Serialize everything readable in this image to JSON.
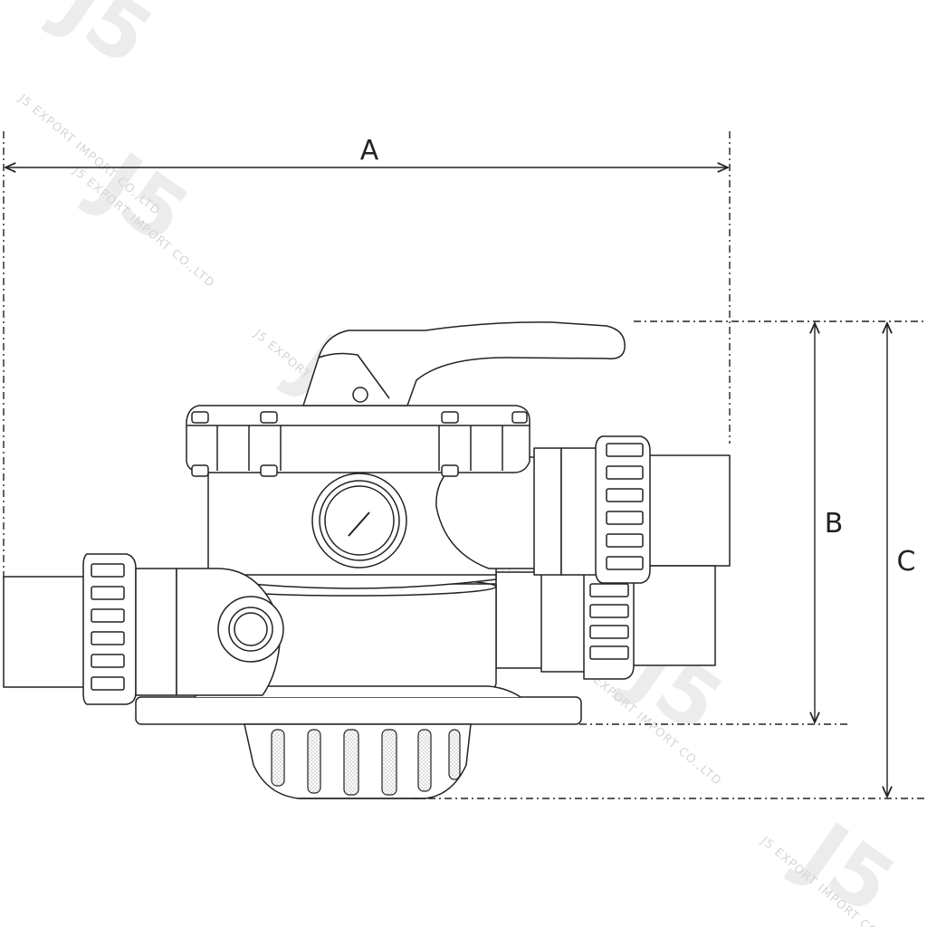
{
  "dimensions": {
    "a_label": "A",
    "b_label": "B",
    "c_label": "C"
  },
  "watermark": {
    "logo": "J5",
    "company": "J5 EXPORT IMPORT CO.,LTD"
  },
  "colors": {
    "line": "#222222",
    "watermark": "#e2e2e2"
  }
}
